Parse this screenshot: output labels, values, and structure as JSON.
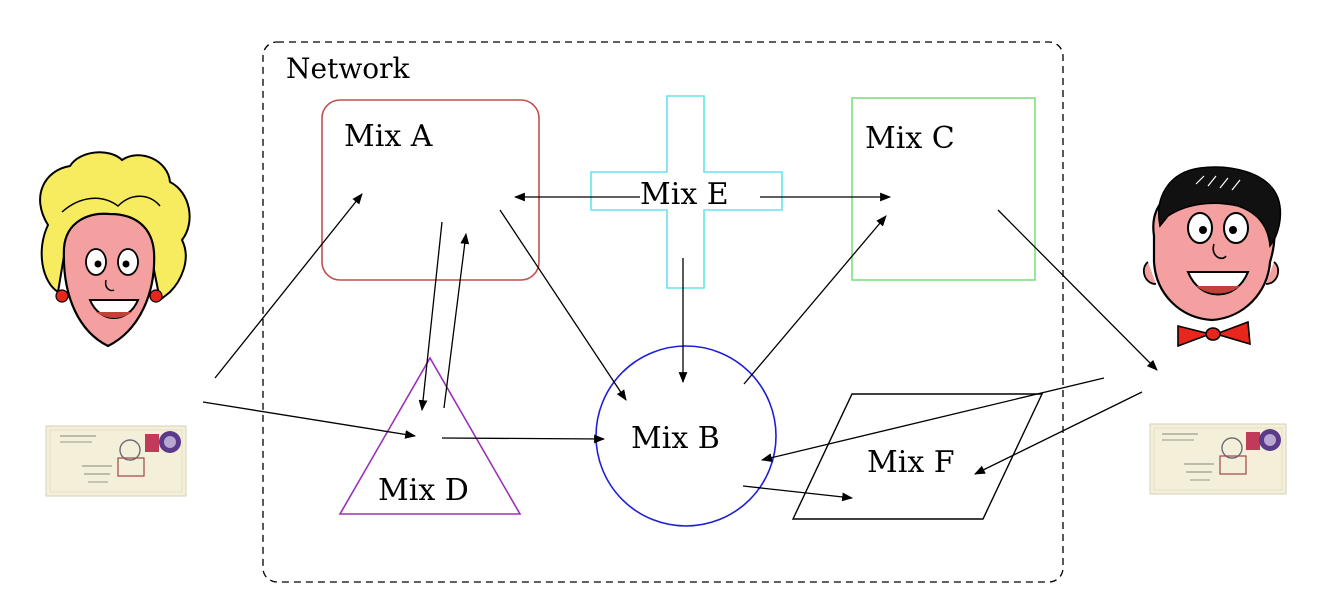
{
  "network": {
    "label": "Network"
  },
  "mixes": {
    "a": {
      "label": "Mix A",
      "color": "#c0504d"
    },
    "b": {
      "label": "Mix B",
      "color": "#1f1fd6"
    },
    "c": {
      "label": "Mix C",
      "color": "#7fe07f"
    },
    "d": {
      "label": "Mix D",
      "color": "#9b30b8"
    },
    "e": {
      "label": "Mix E",
      "color": "#66e3f0"
    },
    "f": {
      "label": "Mix F",
      "color": "#000000"
    }
  },
  "actors": {
    "sender": {
      "icon": "woman-face-icon"
    },
    "receiver": {
      "icon": "man-face-icon"
    },
    "sender_letter": {
      "icon": "envelope-icon"
    },
    "receiver_letter": {
      "icon": "envelope-icon"
    }
  },
  "colors": {
    "face_skin": "#f4a0a0",
    "woman_hair": "#f7ec60",
    "bow_tie": "#e8261e",
    "envelope": "#f3efd8"
  }
}
